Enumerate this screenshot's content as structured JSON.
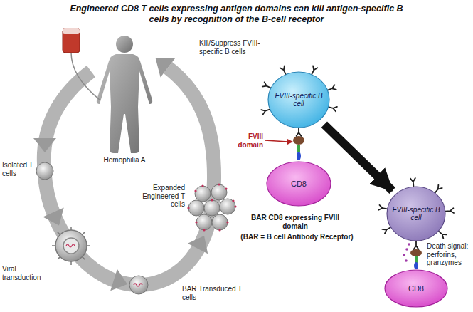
{
  "diagram": {
    "title": "Engineered CD8 T cells expressing antigen domains can kill antigen-specific B cells by recognition of the B-cell receptor",
    "nodes": [
      {
        "text": [
          "FVIII-specific B cell"
        ]
      },
      {
        "text": [
          "CD8"
        ]
      },
      {
        "text": [
          "FVIII-specific B cell"
        ]
      },
      {
        "text": [
          "CD8"
        ]
      }
    ],
    "edges": [
      {
        "from": 0,
        "to": 2,
        "arrow": "to"
      }
    ],
    "labels": [
      "Hemophilia A",
      "Kill/Suppress FVIII-specific B cells",
      "Isolated T cells",
      "Viral transduction",
      "BAR Transduced T cells",
      "Expanded Engineered T cells",
      "FVIII domain",
      "BAR CD8 expressing FVIII domain",
      "(BAR = B cell Antibody Receptor)",
      "Death signal: perforins, granzymes"
    ]
  }
}
